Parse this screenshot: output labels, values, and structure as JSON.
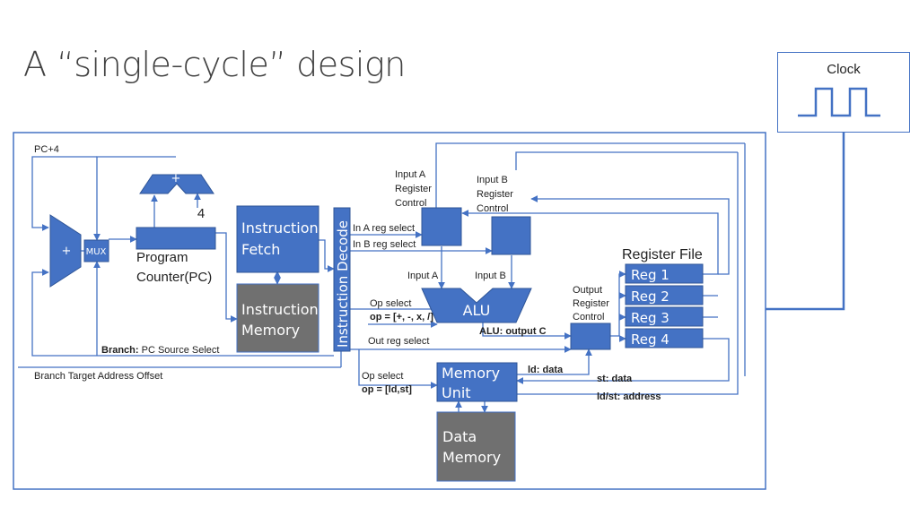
{
  "title": "A “single-cycle” design",
  "clock": {
    "label": "Clock"
  },
  "labels": {
    "pc_plus_4": "PC+4",
    "adder": "+",
    "four": "4",
    "mux": "MUX",
    "pc_line1": "Program",
    "pc_line2": "Counter(PC)",
    "fetch_line1": "Instruction",
    "fetch_line2": "Fetch",
    "imem_line1": "Instruction",
    "imem_line2": "Memory",
    "decode": "Instruction Decode",
    "in_a_reg_select": "In A reg select",
    "in_b_reg_select": "In B reg select",
    "input_a_ctrl": [
      "Input A",
      "Register",
      "Control"
    ],
    "input_b_ctrl": [
      "Input B",
      "Register",
      "Control"
    ],
    "input_a": "Input A",
    "input_b": "Input B",
    "alu": "ALU",
    "op_select": "Op select",
    "op_alu": "op = [+, -, x, /]",
    "alu_output": "ALU: output C",
    "out_reg_select": "Out reg select",
    "output_ctrl": [
      "Output",
      "Register",
      "Control"
    ],
    "register_file": "Register File",
    "regs": [
      "Reg 1",
      "Reg 2",
      "Reg 3",
      "Reg 4"
    ],
    "branch_bold": "Branch:",
    "branch_rest": " PC Source Select",
    "branch_target": "Branch Target Address Offset",
    "op_select_mem": "Op select",
    "op_mem": "op = [ld,st]",
    "mem_unit_line1": "Memory",
    "mem_unit_line2": "Unit",
    "ld_data": "ld: data",
    "st_data": "st: data",
    "ldst_address": "ld/st: address",
    "data_mem_line1": "Data",
    "data_mem_line2": "Memory"
  },
  "colors": {
    "block_blue": "#4472c4",
    "block_gray": "#707070",
    "line": "#4472c4"
  }
}
